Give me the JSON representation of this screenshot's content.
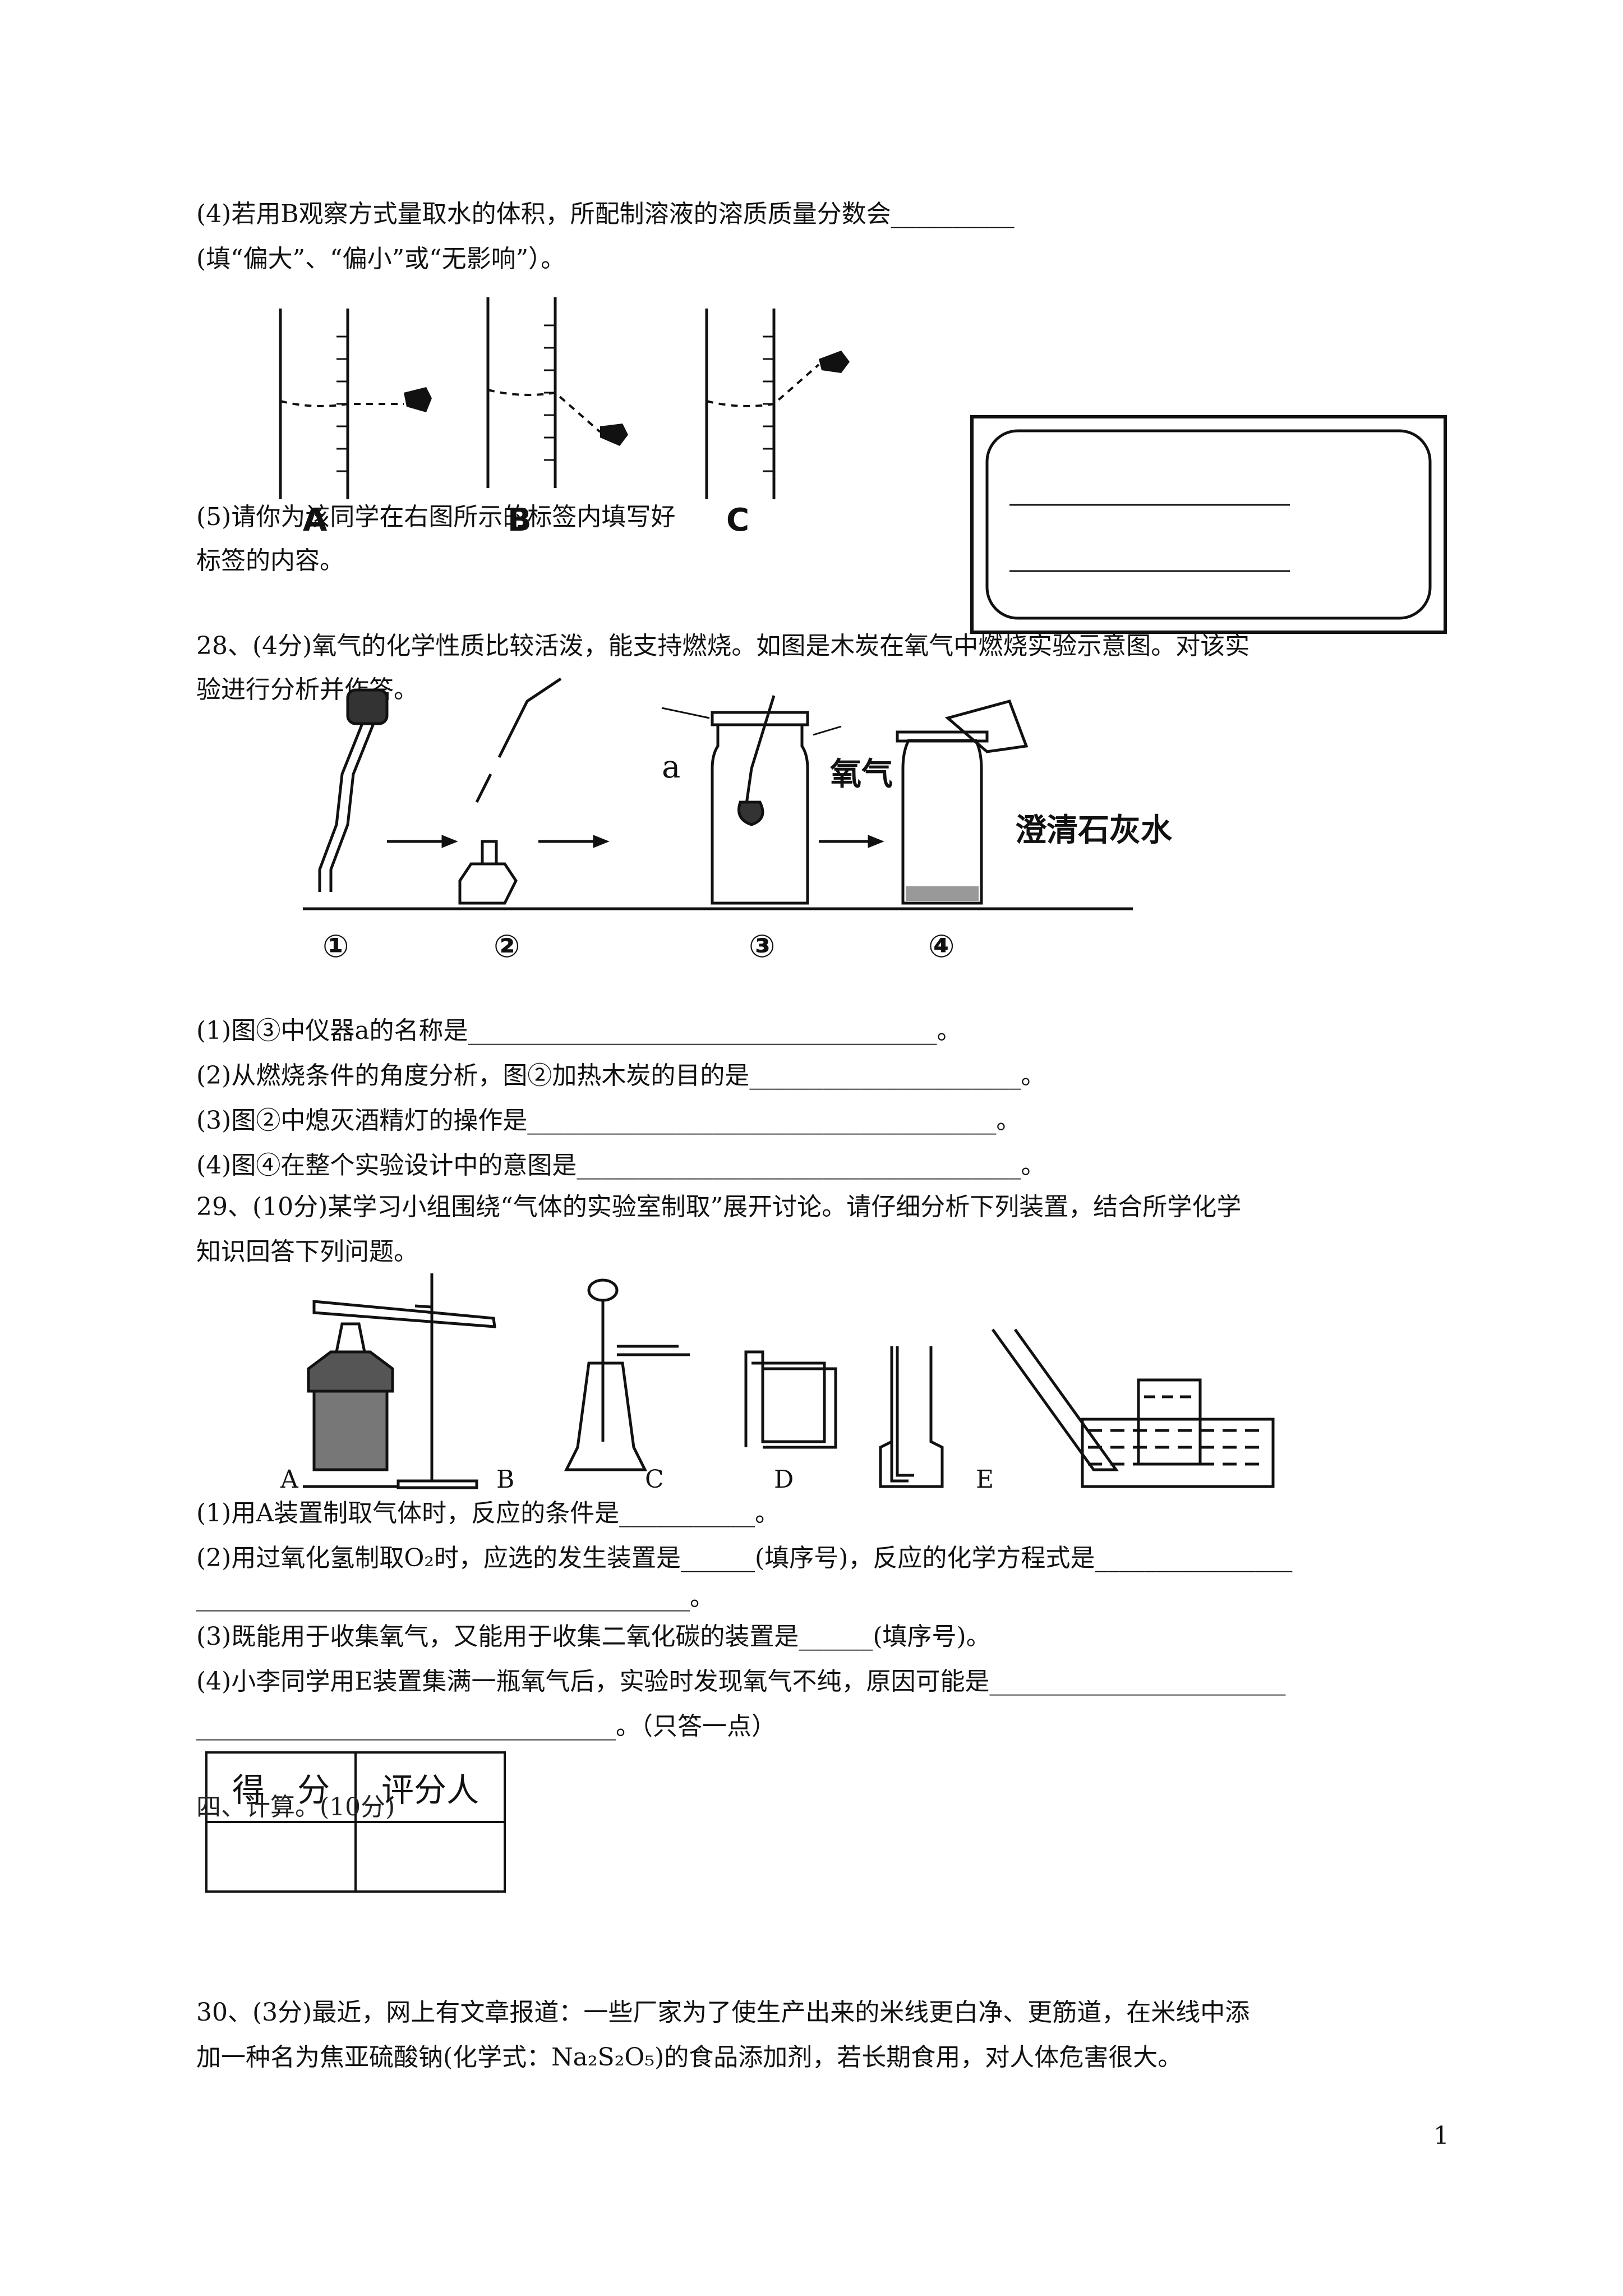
{
  "q27": {
    "line4a": "(4)若用B观察方式量取水的体积，所配制溶液的溶质质量分数会__________",
    "line4b": "(填“偏大”、“偏小”或“无影响”）。",
    "line5a": "(5)请你为该同学在右图所示的标签内填写好",
    "line5b": "标签的内容。",
    "cyl_labels": [
      "A",
      "B",
      "C"
    ]
  },
  "q28": {
    "intro1": "28、(4分)氧气的化学性质比较活泼，能支持燃烧。如图是木炭在氧气中燃烧实验示意图。对该实",
    "intro2": "验进行分析并作答。",
    "fig_a": "a",
    "fig_oxygen": "氧气",
    "fig_limewater": "澄清石灰水",
    "steps": [
      "①",
      "②",
      "③",
      "④"
    ],
    "q1": "(1)图③中仪器a的名称是______________________________________。",
    "q2": "(2)从燃烧条件的角度分析，图②加热木炭的目的是______________________。",
    "q3": "(3)图②中熄灭酒精灯的操作是______________________________________。",
    "q4": "(4)图④在整个实验设计中的意图是____________________________________。"
  },
  "q29": {
    "intro1": "29、(10分)某学习小组围绕“气体的实验室制取”展开讨论。请仔细分析下列装置，结合所学化学",
    "intro2": "知识回答下列问题。",
    "labels": [
      "A",
      "B",
      "C",
      "D",
      "E"
    ],
    "q1": "(1)用A装置制取气体时，反应的条件是___________。",
    "q2a": "(2)用过氧化氢制取O₂时，应选的发生装置是______(填序号)，反应的化学方程式是________________",
    "q2b": "________________________________________。",
    "q3": "(3)既能用于收集氧气，又能用于收集二氧化碳的装置是______(填序号)。",
    "q4a": "(4)小李同学用E装置集满一瓶氧气后，实验时发现氧气不纯，原因可能是________________________",
    "q4b": "__________________________________。（只答一点）"
  },
  "score_table": {
    "h1": "得　分",
    "h2": "评分人"
  },
  "section4": "四、计算。(10分)",
  "q30": {
    "line1": "30、(3分)最近，网上有文章报道：一些厂家为了使生产出来的米线更白净、更筋道，在米线中添",
    "line2": "加一种名为焦亚硫酸钠(化学式：Na₂S₂O₅)的食品添加剂，若长期食用，对人体危害很大。"
  },
  "page_number": "1"
}
